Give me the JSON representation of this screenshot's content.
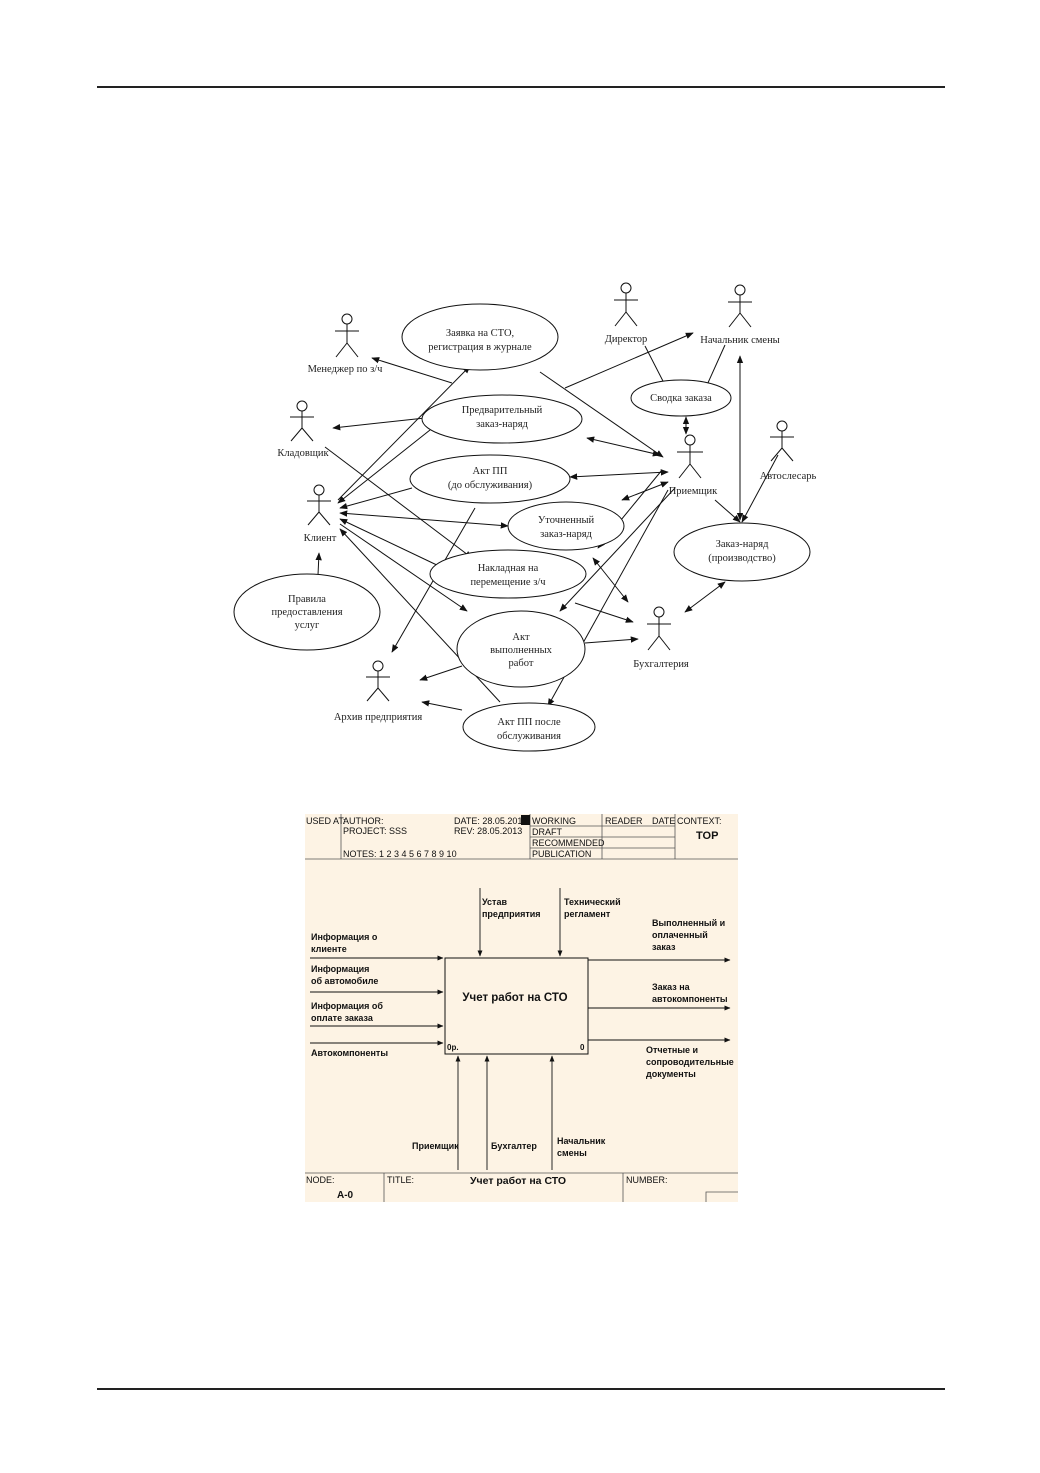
{
  "usecase": {
    "actors": {
      "manager": "Менеджер по з/ч",
      "storekeeper": "Кладовщик",
      "client": "Клиент",
      "director": "Директор",
      "shift_chief": "Начальник смены",
      "receiver": "Приемщик",
      "mechanic": "Автослесарь",
      "accounting": "Бухгалтерия",
      "archive": "Архив предприятия"
    },
    "usecases": {
      "request": [
        "Заявка на СТО,",
        "регистрация в журнале"
      ],
      "prelim": [
        "Предварительный",
        "заказ-наряд"
      ],
      "act_before": [
        "Акт ПП",
        "(до обслуживания)"
      ],
      "refined": [
        "Уточненный",
        "заказ-наряд"
      ],
      "transfer": [
        "Накладная на",
        "перемещение з/ч"
      ],
      "act_done": [
        "Акт",
        "выполненных",
        "работ"
      ],
      "act_after": [
        "Акт ПП после",
        "обслуживания"
      ],
      "summary": [
        "Сводка заказа"
      ],
      "production": [
        "Заказ-наряд",
        "(производство)"
      ],
      "rules": [
        "Правила",
        "предоставления",
        "услуг"
      ]
    }
  },
  "idef": {
    "header": {
      "used_at": "USED AT:",
      "author": "AUTHOR:",
      "project": "PROJECT:  SSS",
      "date": "DATE:  28.05.2013",
      "rev": "REV:   28.05.2013",
      "notes": "NOTES:  1  2  3  4  5  6  7  8  9  10",
      "working": "WORKING",
      "draft": "DRAFT",
      "recommended": "RECOMMENDED",
      "publication": "PUBLICATION",
      "reader": "READER",
      "date2": "DATE",
      "context": "CONTEXT:",
      "top": "TOP"
    },
    "box_label": "Учет работ на СТО",
    "box_cost": "0р.",
    "box_num": "0",
    "controls": {
      "c1": [
        "Устав",
        "предприятия"
      ],
      "c2": [
        "Технический",
        "регламент"
      ]
    },
    "inputs": {
      "i1": [
        "Информация о",
        "клиенте"
      ],
      "i2": [
        "Информация",
        "об автомобиле"
      ],
      "i3": [
        "Информация об",
        "оплате заказа"
      ],
      "i4": [
        "Автокомпоненты"
      ]
    },
    "outputs": {
      "o1": [
        "Выполненный и",
        "оплаченный",
        "заказ"
      ],
      "o2": [
        "Заказ на",
        "автокомпоненты"
      ],
      "o3": [
        "Отчетные и",
        "сопроводительные",
        "документы"
      ]
    },
    "mechanisms": {
      "m1": [
        "Приемщик"
      ],
      "m2": [
        "Бухгалтер"
      ],
      "m3": [
        "Начальник",
        "смены"
      ]
    },
    "footer": {
      "node": "NODE:",
      "node_val": "A-0",
      "title": "TITLE:",
      "title_val": "Учет работ на СТО",
      "number": "NUMBER:"
    }
  }
}
